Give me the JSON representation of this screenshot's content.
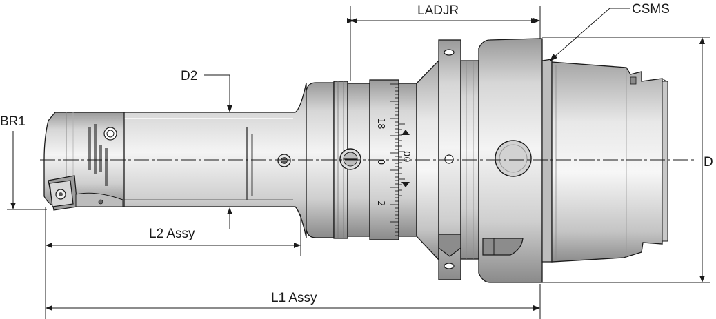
{
  "dimensions": {
    "ladjr": "LADJR",
    "csms": "CSMS",
    "d": "D",
    "d2": "D2",
    "br1": "BR1",
    "l2_assy": "L2 Assy",
    "l1_assy": "L1 Assy"
  },
  "scale_numbers": {
    "n18": "18",
    "n0": "0",
    "n2": "2",
    "n00": "00"
  },
  "colors": {
    "metal_light": "#e4e4e4",
    "metal_mid": "#bdbdbd",
    "metal_dark": "#6e6e6e",
    "line": "#1a1a1a"
  }
}
